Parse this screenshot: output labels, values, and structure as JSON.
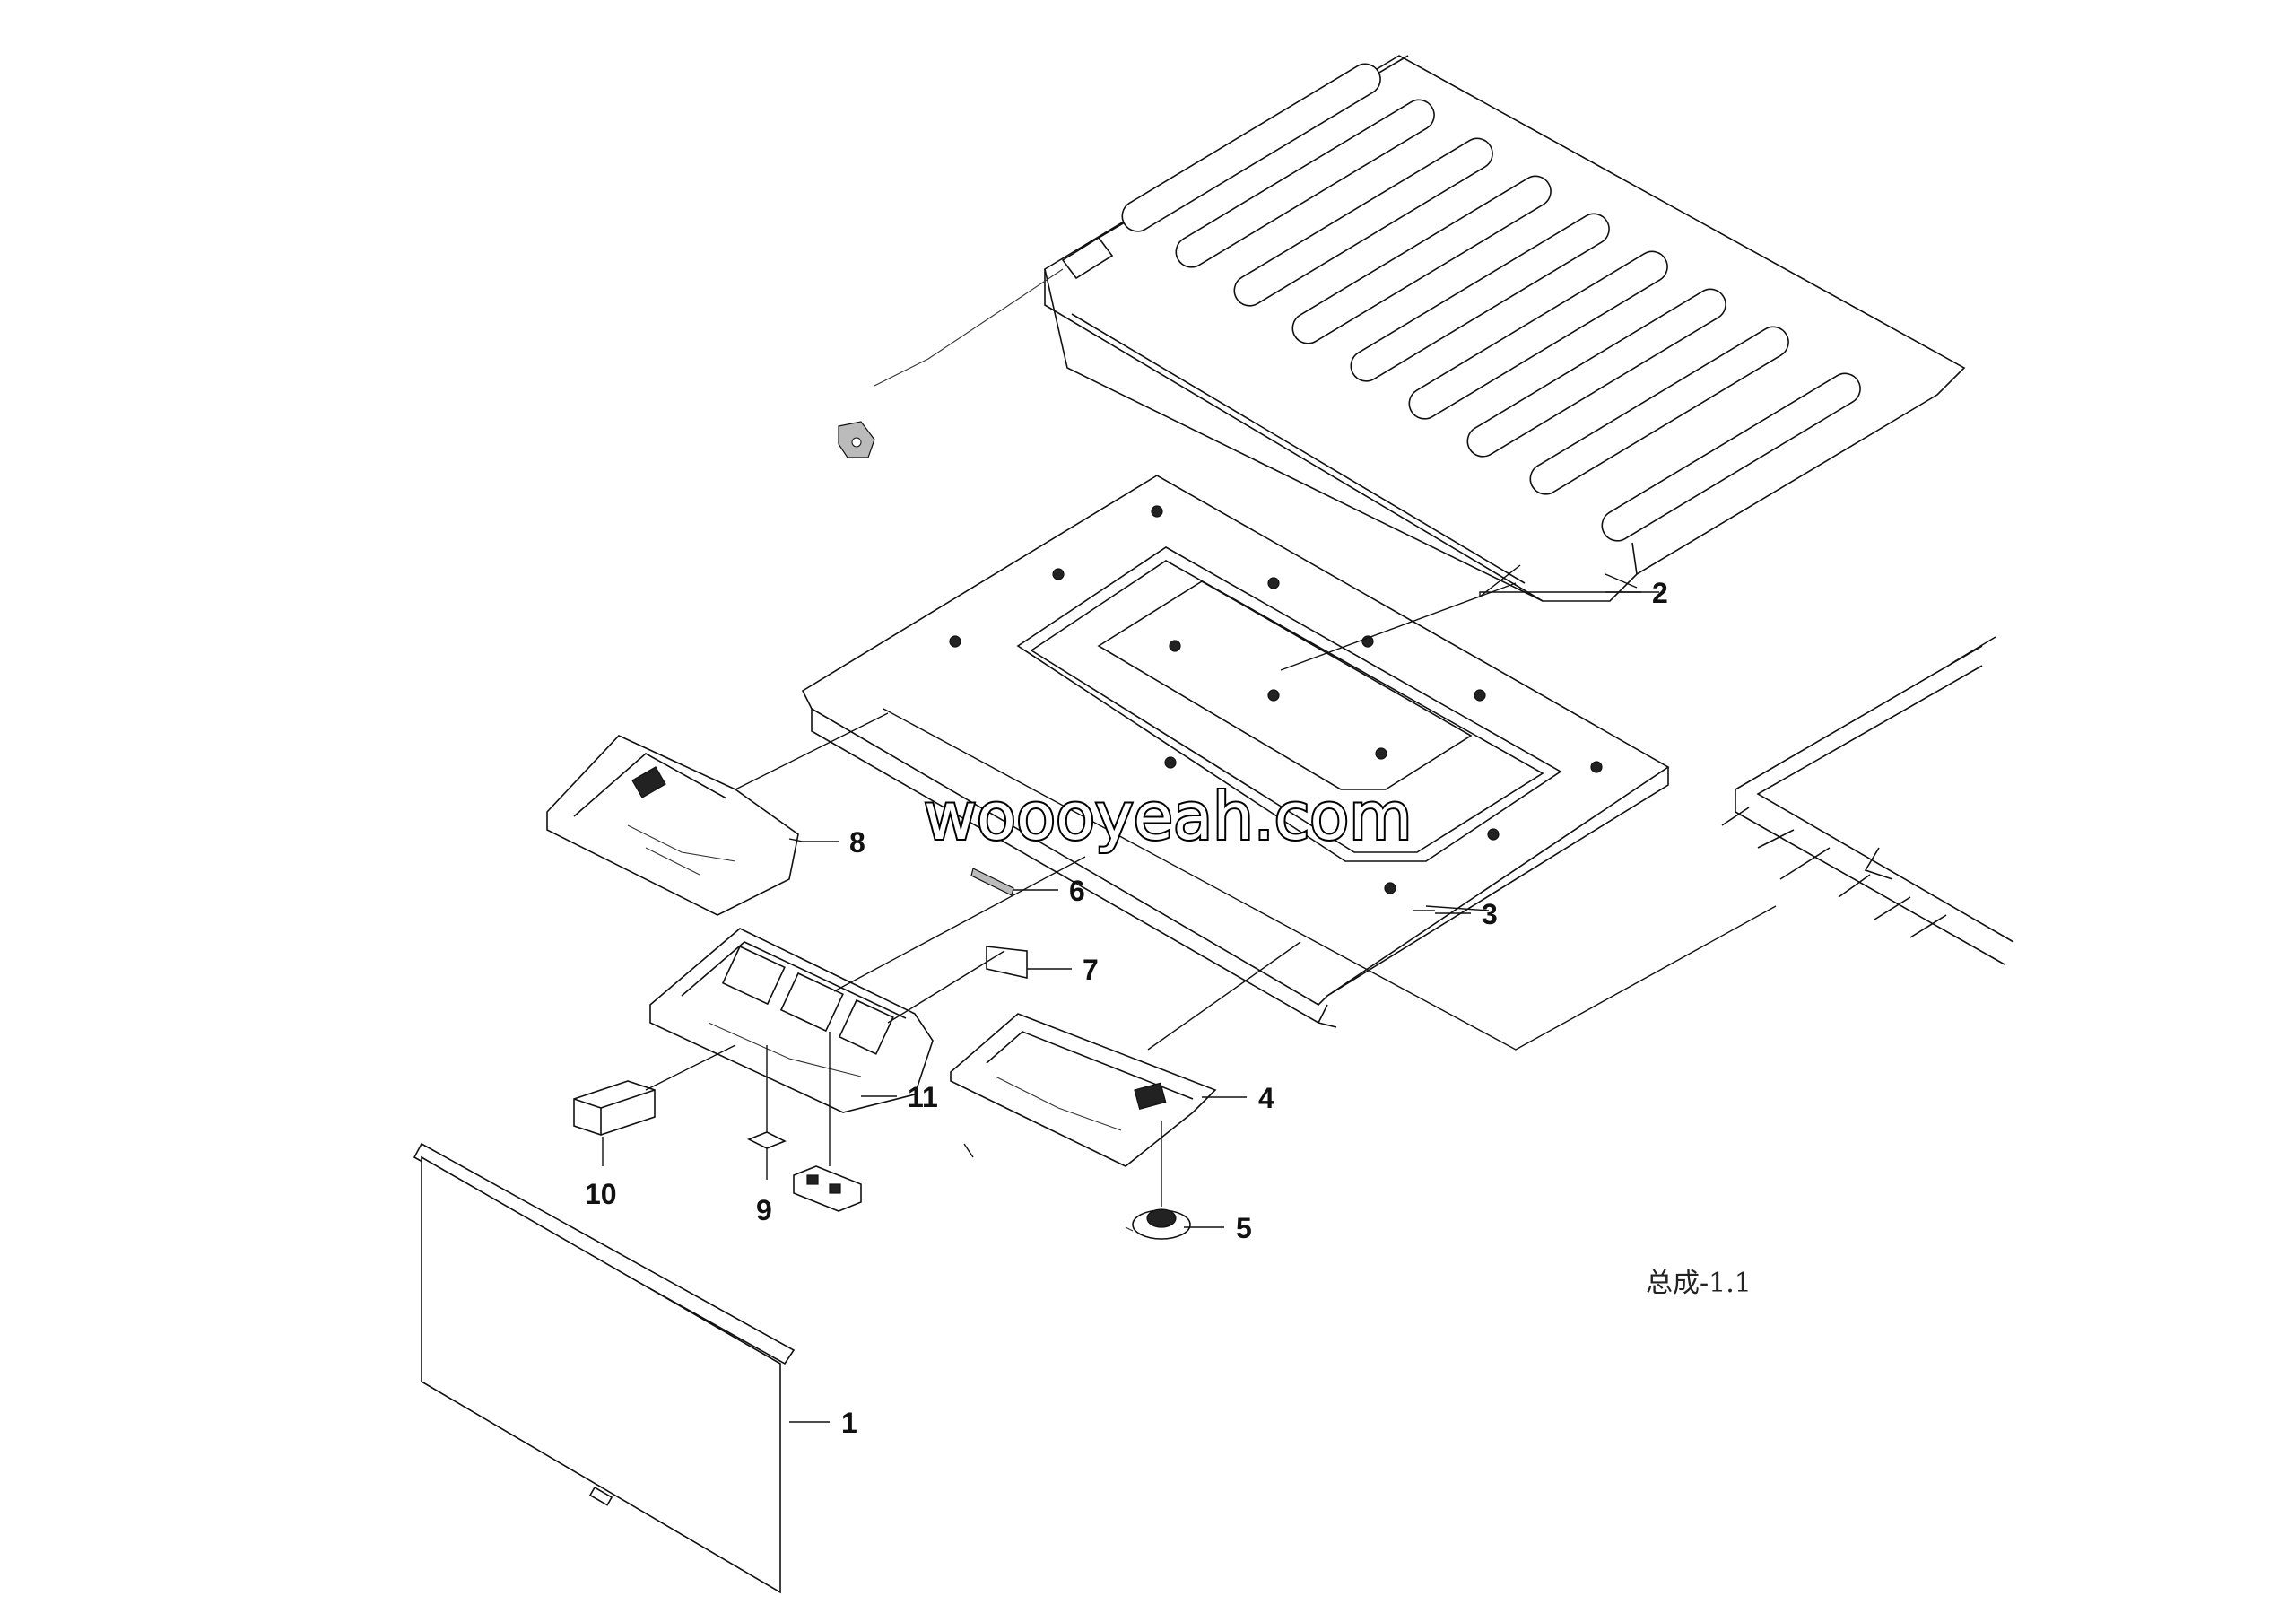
{
  "watermark": "woooyeah.com",
  "caption": "总成-1.1",
  "callouts": [
    "1",
    "2",
    "3",
    "4",
    "5",
    "6",
    "7",
    "8",
    "9",
    "10",
    "11"
  ]
}
